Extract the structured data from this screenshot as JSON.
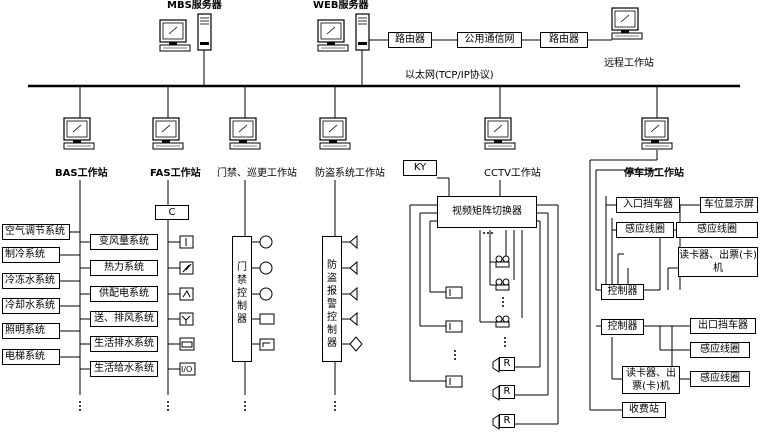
{
  "servers": {
    "mbs": "MBS服务器",
    "web": "WEB服务器",
    "router1": "路由器",
    "public_net": "公用通信网",
    "router2": "路由器",
    "remote": "远程工作站"
  },
  "network": {
    "ethernet": "以太网(TCP/IP协议)"
  },
  "workstations": {
    "bas": "BAS工作站",
    "fas": "FAS工作站",
    "access": "门禁、巡更工作站",
    "antitheft": "防盗系统工作站",
    "cctv": "CCTV工作站",
    "parking": "停车场工作站"
  },
  "bas_left": [
    "空气调节系统",
    "制冷系统",
    "冷冻水系统",
    "冷却水系统",
    "照明系统",
    "电梯系统"
  ],
  "bas_right": [
    "变风量系统",
    "热力系统",
    "供配电系统",
    "送、排风系统",
    "生活排水系统",
    "生活给水系统"
  ],
  "fas": {
    "controller": "C",
    "io": "I/O"
  },
  "access": {
    "controller": "门禁控制器"
  },
  "antitheft": {
    "controller": "防盗报警控制器"
  },
  "cctv": {
    "ky": "KY",
    "matrix": "视频矩阵切换器",
    "r": [
      "R",
      "R",
      "R"
    ]
  },
  "parking": {
    "entry_gate": "入口挡车器",
    "space_display": "车位显示屏",
    "sensor1": "感应线圈",
    "sensor2": "感应线圈",
    "reader_in": "读卡器、出票(卡)机",
    "controller1": "控制器",
    "controller2": "控制器",
    "exit_gate": "出口挡车器",
    "sensor3": "感应线圈",
    "reader_out": "读卡器、出票(卡)机",
    "sensor4": "感应线圈",
    "toll": "收费站"
  }
}
